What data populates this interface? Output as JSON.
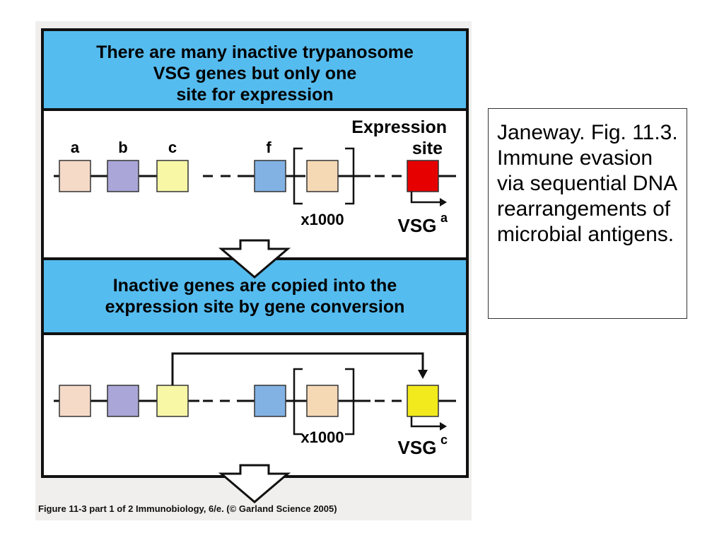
{
  "panel1": {
    "title_lines": [
      "There are many inactive trypanosome",
      "VSG genes but only one",
      "site for expression"
    ],
    "gene_labels": [
      "a",
      "b",
      "c",
      "f"
    ],
    "expression_site_label": [
      "Expression",
      "site"
    ],
    "repeat_label": "x1000",
    "vsg_label": "VSG",
    "vsg_superscript": "a"
  },
  "panel2": {
    "title_lines": [
      "Inactive genes are copied into the",
      "expression site by gene conversion"
    ],
    "repeat_label": "x1000",
    "vsg_label": "VSG",
    "vsg_superscript": "c"
  },
  "caption": "Figure 11-3 part 1 of 2  Immunobiology, 6/e. (© Garland Science 2005)",
  "side_note": "Janeway. Fig. 11.3. Immune evasion via sequential DNA rearrangements of microbial antigens.",
  "colors": {
    "header_bg": "#55bcef",
    "gene_a": "#f6dac8",
    "gene_b": "#aaa6d8",
    "gene_c": "#f7f7a6",
    "gene_f": "#82b2e4",
    "gene_repeat": "#f5d9b5",
    "expression_active_a": "#e60000",
    "expression_active_c": "#f2ea1c"
  }
}
